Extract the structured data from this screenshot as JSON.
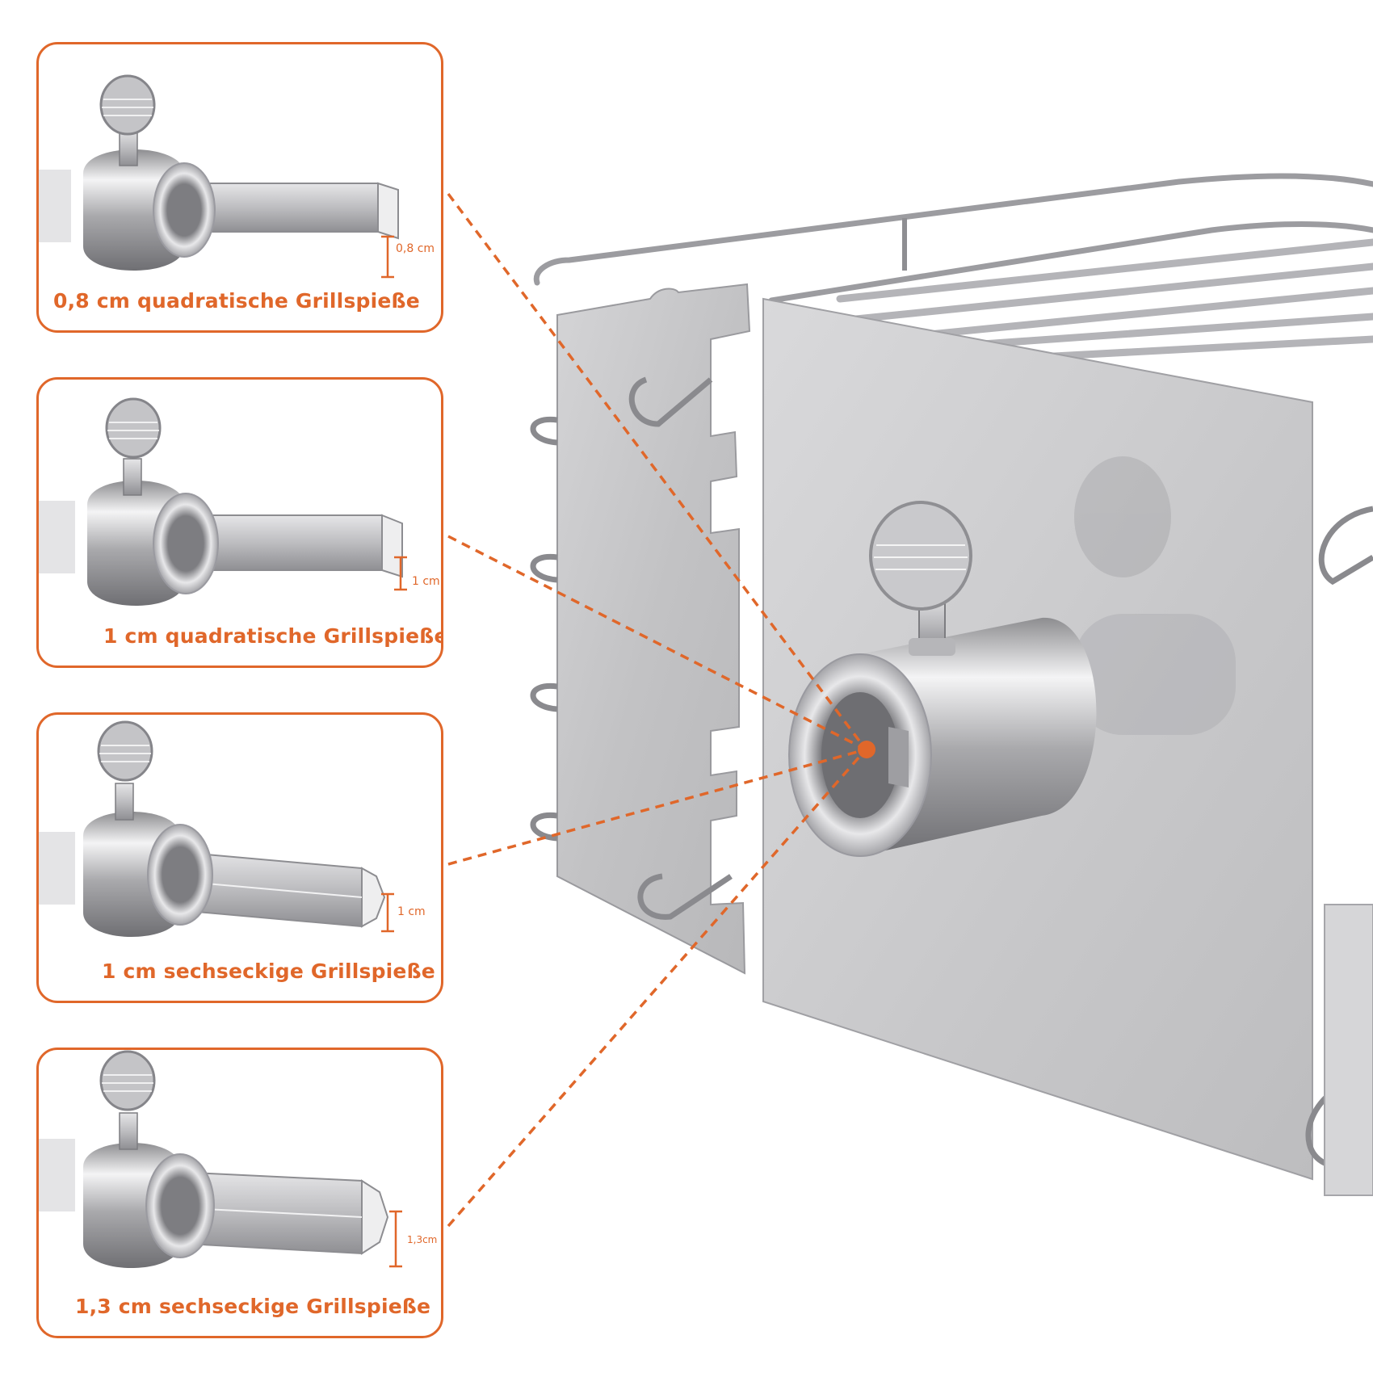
{
  "accent_color": "#e0672a",
  "panels": [
    {
      "caption": "0,8 cm quadratische Grillspieße",
      "dimension": "0,8 cm",
      "shape": "square"
    },
    {
      "caption": "1 cm quadratische Grillspieße",
      "dimension": "1 cm",
      "shape": "square"
    },
    {
      "caption": "1 cm sechseckige Grillspieße",
      "dimension": "1 cm",
      "shape": "hexagonal"
    },
    {
      "caption": "1,3 cm sechseckige Grillspieße",
      "dimension": "1,3cm",
      "shape": "hexagonal"
    }
  ],
  "icons": [
    "thumb-screw-icon",
    "rotisserie-basket-icon",
    "center-hole-marker-icon"
  ]
}
